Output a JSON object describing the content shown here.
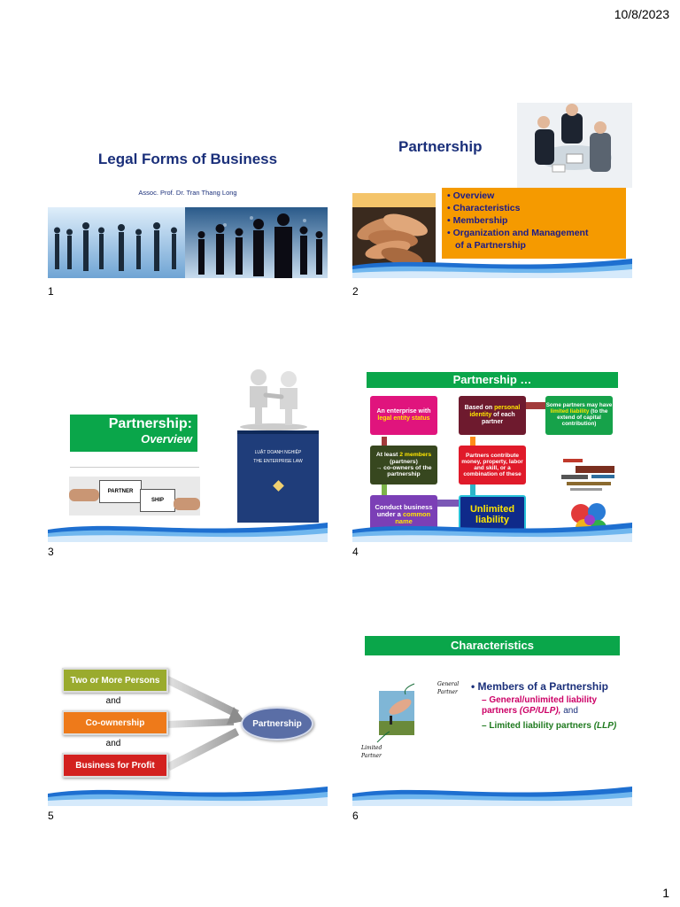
{
  "header": {
    "date": "10/8/2023"
  },
  "footer": {
    "page_number": "1"
  },
  "slides": [
    {
      "number": "1",
      "title": "Legal Forms of Business",
      "author": "Assoc. Prof. Dr. Tran Thang Long"
    },
    {
      "number": "2",
      "title": "Partnership",
      "bullets": [
        "Overview",
        "Characteristics",
        "Membership",
        "Organization and Management",
        "of a Partnership"
      ]
    },
    {
      "number": "3",
      "title": "Partnership:",
      "subtitle": "Overview",
      "book_line1": "LUẬT DOANH NGHIỆP",
      "book_line2": "THE ENTERPRISE LAW",
      "puzzle_left": "PARTNER",
      "puzzle_right": "SHIP"
    },
    {
      "number": "4",
      "title": "Partnership …",
      "boxes": {
        "legal_a": "An enterprise with",
        "legal_b": "legal entity status",
        "personal_a": "Based on ",
        "personal_b": "personal identity",
        "personal_c": " of each partner",
        "limited_a": "Some partners may have ",
        "limited_b": "limited liability",
        "limited_c": " (to the extend of capital contribution)",
        "members_a": "At least ",
        "members_b": "2 members",
        "members_c": " (partners)",
        "members_d": "→ co-owners of the partnership",
        "contribute": "Partners contribute money, property, labor and skill, or a combination of these",
        "conduct_a": "Conduct business under a ",
        "conduct_b": "common name",
        "unlimited": "Unlimited liability"
      }
    },
    {
      "number": "5",
      "box1": "Two or More Persons",
      "and1": "and",
      "box2": "Co-ownership",
      "and2": "and",
      "box3": "Business for Profit",
      "result": "Partnership"
    },
    {
      "number": "6",
      "title": "Characteristics",
      "label_general": "General Partner",
      "label_limited": "Limited Partner",
      "bullet": "Members of a Partnership",
      "sub1_a": "General/unlimited liability partners ",
      "sub1_b": "(GP/ULP),",
      "sub1_c": " and",
      "sub2_a": "Limited liability partners ",
      "sub2_b": "(LLP)"
    }
  ],
  "colors": {
    "title_navy": "#1a2f7a",
    "green": "#0aa64a",
    "orange": "#f59a00",
    "magenta": "#cc0066",
    "dark_green": "#1f7a1f"
  }
}
